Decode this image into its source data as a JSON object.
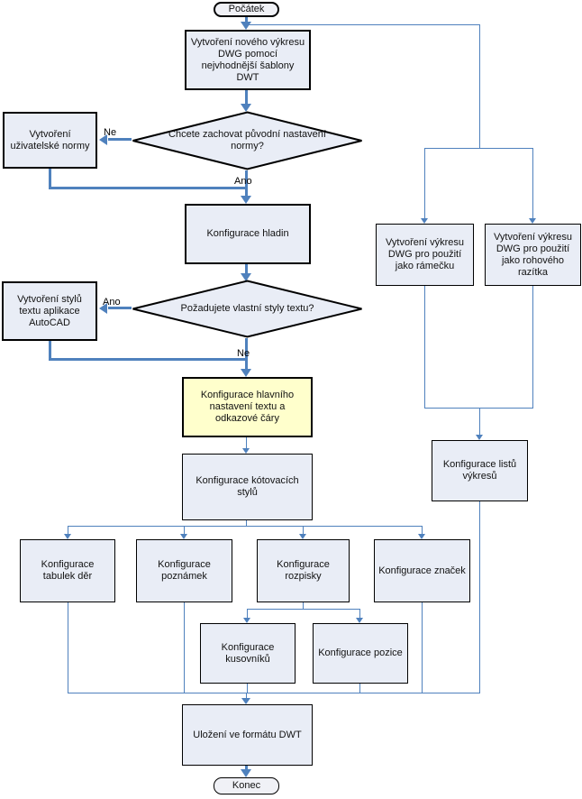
{
  "diagram": {
    "colors": {
      "connector": "#4f81bd",
      "node_fill": "#e9edf6",
      "highlight_fill": "#ffffcc",
      "terminator_fill": "#f0f1f6",
      "border": "#000000"
    },
    "nodes": {
      "start": {
        "label": "Počátek"
      },
      "create_dwg": {
        "label": "Vytvoření nového výkresu DWG pomocí nejvhodnější šablony DWT"
      },
      "decision_norm": {
        "label": "Chcete zachovat původní nastavení normy?"
      },
      "create_user_norm": {
        "label": "Vytvoření uživatelské normy"
      },
      "config_layers": {
        "label": "Konfigurace hladin"
      },
      "decision_text_styles": {
        "label": "Požadujete vlastní styly textu?"
      },
      "create_text_styles": {
        "label": "Vytvoření stylů textu aplikace AutoCAD"
      },
      "config_text_leader": {
        "label": "Konfigurace hlavního nastavení textu a odkazové čáry"
      },
      "config_dim_styles": {
        "label": "Konfigurace kótovacích stylů"
      },
      "config_hole_tables": {
        "label": "Konfigurace tabulek děr"
      },
      "config_notes": {
        "label": "Konfigurace poznámek"
      },
      "config_title_block": {
        "label": "Konfigurace rozpisky"
      },
      "config_symbols": {
        "label": "Konfigurace značek"
      },
      "config_parts_lists": {
        "label": "Konfigurace kusovníků"
      },
      "config_balloons": {
        "label": "Konfigurace pozice"
      },
      "save_dwt": {
        "label": "Uložení ve formátu DWT"
      },
      "end": {
        "label": "Konec"
      },
      "create_border_dwg": {
        "label": "Vytvoření výkresu DWG pro použití jako rámečku"
      },
      "create_stamp_dwg": {
        "label": "Vytvoření výkresu DWG pro použití jako rohového razítka"
      },
      "config_sheets": {
        "label": "Konfigurace listů výkresů"
      }
    },
    "edge_labels": {
      "norm_no": "Ne",
      "norm_yes": "Ano",
      "styles_yes": "Ano",
      "styles_no": "Ne"
    }
  }
}
